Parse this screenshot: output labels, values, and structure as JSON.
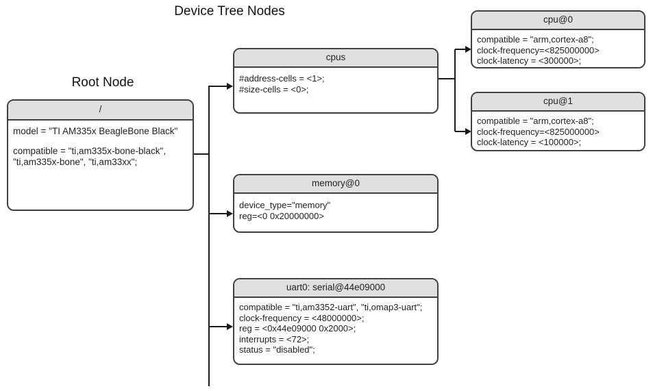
{
  "title": "Device Tree Nodes",
  "root_label": "Root Node",
  "colors": {
    "background": "#ffffff",
    "box_border": "#404040",
    "header_fill": "#e0e0e0",
    "text": "#1f1f1f",
    "connector": "#1a1a1a"
  },
  "nodes": {
    "root": {
      "header": "/",
      "lines": [
        "model = \"TI AM335x BeagleBone Black\"",
        "compatible = \"ti,am335x-bone-black\",",
        "\"ti,am335x-bone\", \"ti,am33xx\";"
      ]
    },
    "cpus": {
      "header": "cpus",
      "lines": [
        "#address-cells = <1>;",
        "#size-cells = <0>;"
      ]
    },
    "cpu0": {
      "header": "cpu@0",
      "lines": [
        "compatible = \"arm,cortex-a8\";",
        "clock-frequency=<825000000>",
        "clock-latency = <300000>;"
      ]
    },
    "cpu1": {
      "header": "cpu@1",
      "lines": [
        "compatible = \"arm,cortex-a8\";",
        "clock-frequency=<825000000>",
        "clock-latency = <100000>;"
      ]
    },
    "memory": {
      "header": "memory@0",
      "lines": [
        "device_type=\"memory\"",
        "reg=<0 0x20000000>"
      ]
    },
    "uart": {
      "header": "uart0: serial@44e09000",
      "lines": [
        "compatible = \"ti,am3352-uart\", \"ti,omap3-uart\";",
        "clock-frequency = <48000000>;",
        "reg = <0x44e09000 0x2000>;",
        "interrupts = <72>;",
        "status = \"disabled\";"
      ]
    }
  }
}
